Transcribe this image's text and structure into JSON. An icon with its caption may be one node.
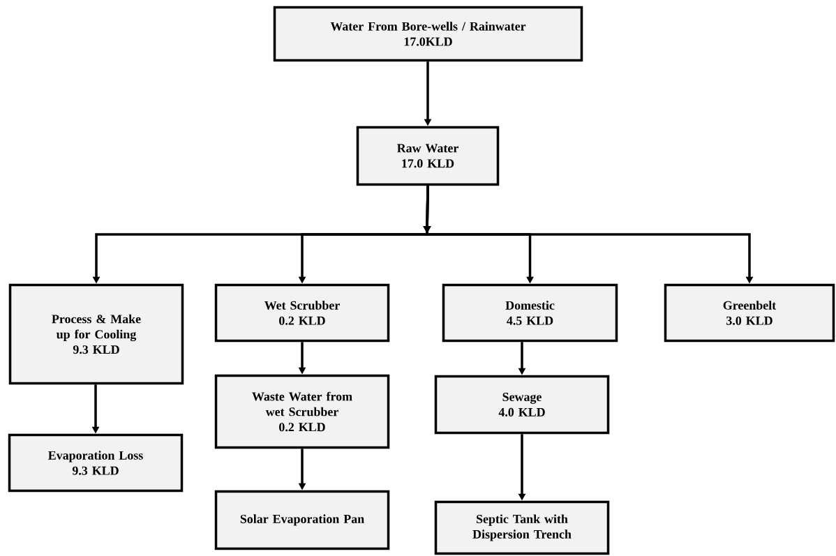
{
  "diagram": {
    "nodes": [
      {
        "text": [
          "Water From Bore-wells / Rainwater",
          "17.0KLD"
        ]
      },
      {
        "text": [
          "Raw Water",
          "17.0 KLD"
        ]
      },
      {
        "text": [
          "Process & Make up for Cooling",
          "9.3 KLD"
        ]
      },
      {
        "text": [
          "Wet Scrubber",
          "0.2 KLD"
        ]
      },
      {
        "text": [
          "Domestic",
          "4.5 KLD"
        ]
      },
      {
        "text": [
          "Greenbelt",
          "3.0 KLD"
        ]
      },
      {
        "text": [
          "Evaporation Loss",
          "9.3 KLD"
        ]
      },
      {
        "text": [
          "Waste Water from wet Scrubber",
          "0.2 KLD"
        ]
      },
      {
        "text": [
          "Sewage",
          "4.0 KLD"
        ]
      },
      {
        "text": [
          "Solar Evaporation Pan"
        ]
      },
      {
        "text": [
          "Septic Tank with Dispersion Trench"
        ]
      }
    ],
    "edges": [
      {
        "from": 0,
        "to": 1,
        "arrow": "to"
      },
      {
        "from": 1,
        "to": 2,
        "arrow": "to"
      },
      {
        "from": 1,
        "to": 3,
        "arrow": "to"
      },
      {
        "from": 1,
        "to": 4,
        "arrow": "to"
      },
      {
        "from": 1,
        "to": 5,
        "arrow": "to"
      },
      {
        "from": 2,
        "to": 6,
        "arrow": "to"
      },
      {
        "from": 3,
        "to": 7,
        "arrow": "to"
      },
      {
        "from": 4,
        "to": 8,
        "arrow": "to"
      },
      {
        "from": 7,
        "to": 9,
        "arrow": "to"
      },
      {
        "from": 8,
        "to": 10,
        "arrow": "to"
      }
    ]
  }
}
